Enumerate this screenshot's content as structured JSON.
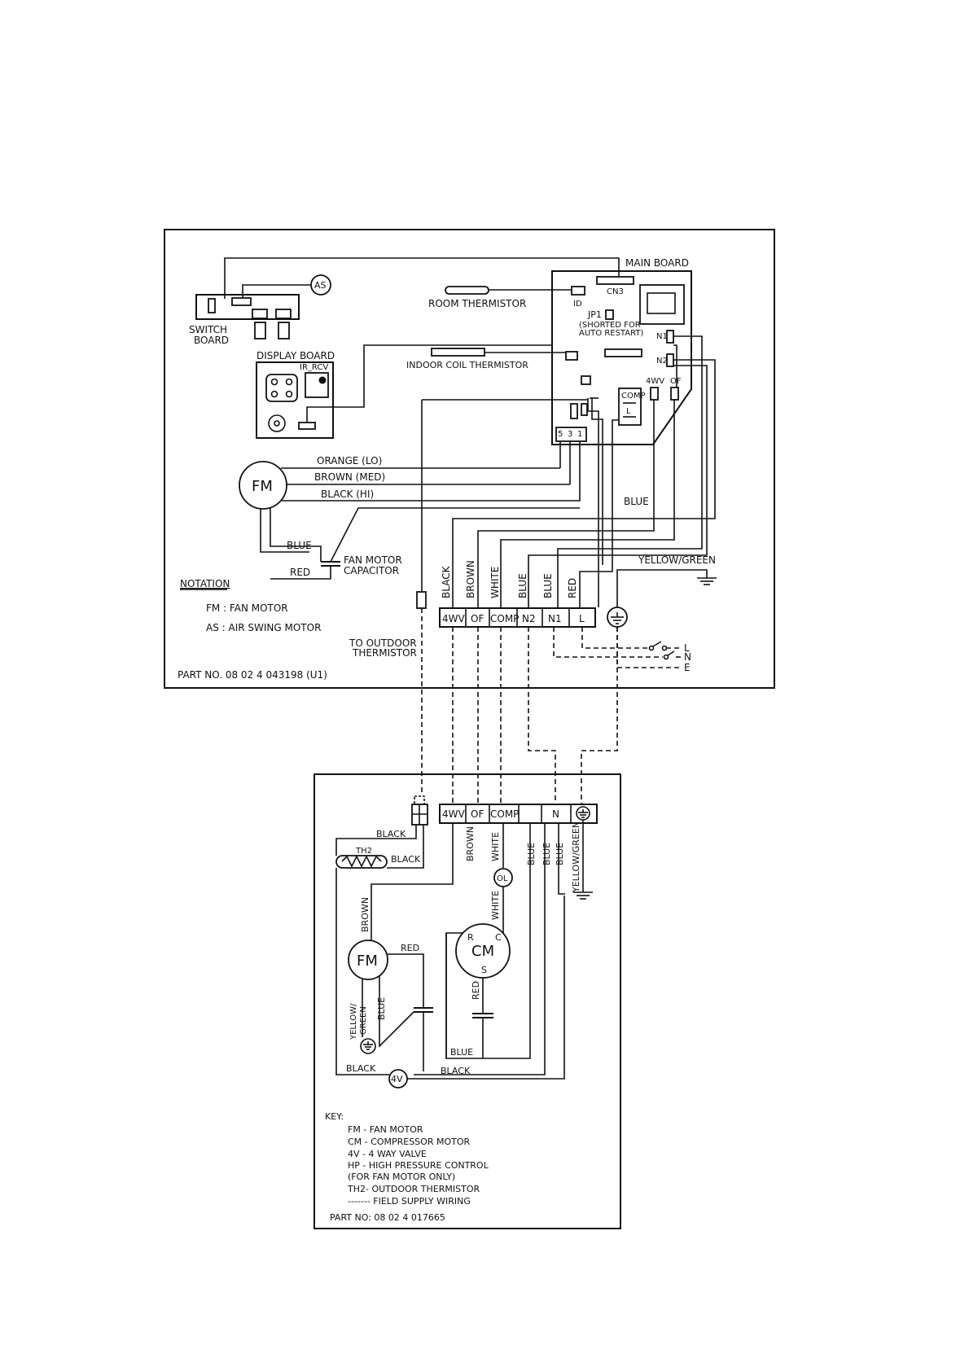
{
  "indoor": {
    "main_board": "MAIN BOARD",
    "cn3": "CN3",
    "id": "ID",
    "jp1": "JP1",
    "shorted_for": "(SHORTED FOR",
    "auto_restart": "AUTO RESTART)",
    "n1_label": "N1",
    "n2_label": "N2",
    "wv_label": "4WV",
    "of_label": "OF",
    "comp_label": "COMP",
    "l_label": "L",
    "room_thermistor": "ROOM THERMISTOR",
    "indoor_coil_thermistor": "INDOOR COIL THERMISTOR",
    "switch_board_1": "SWITCH",
    "switch_board_2": "BOARD",
    "display_board": "DISPLAY BOARD",
    "ir_rcv": "IR_RCV",
    "as_symbol": "AS",
    "fm_symbol": "FM",
    "conn_5": "5",
    "conn_3": "3",
    "conn_1": "1",
    "orange_lo": "ORANGE (LO)",
    "brown_med": "BROWN (MED)",
    "black_hi": "BLACK (HI)",
    "blue_top": "BLUE",
    "blue_cap": "BLUE",
    "red_cap": "RED",
    "fan_motor_capacitor_1": "FAN MOTOR",
    "fan_motor_capacitor_2": "CAPACITOR",
    "yellow_green": "YELLOW/GREEN",
    "vertical_wires": [
      "BLACK",
      "BROWN",
      "WHITE",
      "BLUE",
      "BLUE",
      "RED"
    ],
    "terminals": [
      "4WV",
      "OF",
      "COMP",
      "N2",
      "N1",
      "L"
    ],
    "notation_title": "NOTATION",
    "notation_fm": "FM  :   FAN MOTOR",
    "notation_as": "AS  :   AIR SWING MOTOR",
    "to_outdoor_1": "TO OUTDOOR",
    "to_outdoor_2": "THERMISTOR",
    "part_no": "PART NO. 08  02  4  043198   (U1)",
    "supply_l": "L",
    "supply_n": "N",
    "supply_e": "E"
  },
  "outdoor": {
    "terminals": [
      "4WV",
      "OF",
      "COMP",
      "",
      "N"
    ],
    "black_1": "BLACK",
    "black_2": "BLACK",
    "th2": "TH2",
    "brown_1": "BROWN",
    "white_1": "WHITE",
    "ol": "OL",
    "blue_1": "BLUE",
    "blue_2": "BLUE",
    "blue_3": "BLUE",
    "yellow_green": "YELLOW/GREEN",
    "brown_2": "BROWN",
    "white_2": "WHITE",
    "fm": "FM",
    "red_fm": "RED",
    "cm": "CM",
    "cm_r": "R",
    "cm_c": "C",
    "cm_s": "S",
    "red_cm": "RED",
    "yellow_green_fm_1": "YELLOW/",
    "yellow_green_fm_2": "GREEN",
    "blue_fm": "BLUE",
    "blue_bottom": "BLUE",
    "black_bottom_1": "BLACK",
    "black_bottom_2": "BLACK",
    "fourv": "4V",
    "key_title": "KEY:",
    "key_items": [
      "FM  - FAN MOTOR",
      "CM  - COMPRESSOR MOTOR",
      "4V  - 4 WAY VALVE",
      "HP  - HIGH PRESSURE CONTROL",
      "(FOR FAN MOTOR ONLY)",
      "TH2- OUTDOOR THERMISTOR",
      "------- FIELD SUPPLY WIRING"
    ],
    "part_no": "PART NO: 08  02  4  017665"
  }
}
